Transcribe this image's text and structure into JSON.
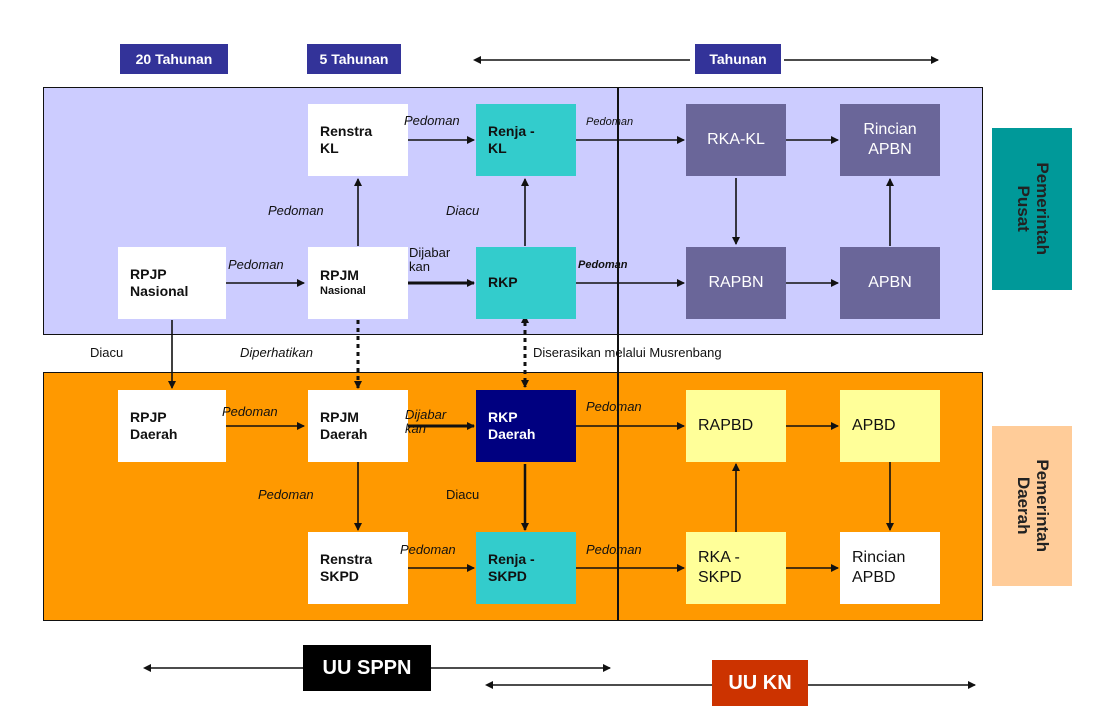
{
  "headers": {
    "y20": "20 Tahunan",
    "y5": "5 Tahunan",
    "annual": "Tahunan"
  },
  "side": {
    "pusat": "Pemerintah\nPusat",
    "daerah": "Pemerintah\nDaerah"
  },
  "boxes": {
    "renstra_kl": "Renstra\nKL",
    "renja_kl": "Renja -\nKL",
    "rka_kl": "RKA-KL",
    "rincian_apbn": "Rincian\nAPBN",
    "rpjp_nasional": "RPJP\nNasional",
    "rpjm_nasional_a": "RPJM",
    "rpjm_nasional_b": "Nasional",
    "rkp": "RKP",
    "rapbn": "RAPBN",
    "apbn": "APBN",
    "rpjp_daerah": "RPJP\nDaerah",
    "rpjm_daerah": "RPJM\nDaerah",
    "rkp_daerah": "RKP\nDaerah",
    "rapbd": "RAPBD",
    "apbd": "APBD",
    "renstra_skpd": "Renstra\nSKPD",
    "renja_skpd": "Renja -\nSKPD",
    "rka_skpd": "RKA -\nSKPD",
    "rincian_apbd": "Rincian\nAPBD"
  },
  "labels": {
    "pedoman": "Pedoman",
    "diacu": "Diacu",
    "dijabarkan": "Dijabar\nkan",
    "diperhatikan": "Diperhatikan",
    "diserasikan": "Diserasikan melalui Musrenbang"
  },
  "laws": {
    "sppn": "UU SPPN",
    "kn": "UU KN"
  },
  "colors": {
    "pusat_bg": "#ccccff",
    "daerah_bg": "#ff9900",
    "header_bg": "#333399",
    "teal": "#33cccc",
    "purple": "#6a6699",
    "navy": "#000080",
    "yellow": "#ffff99",
    "side_pusat": "#009999",
    "side_daerah": "#ffcc99",
    "uu_kn": "#cc3300"
  }
}
